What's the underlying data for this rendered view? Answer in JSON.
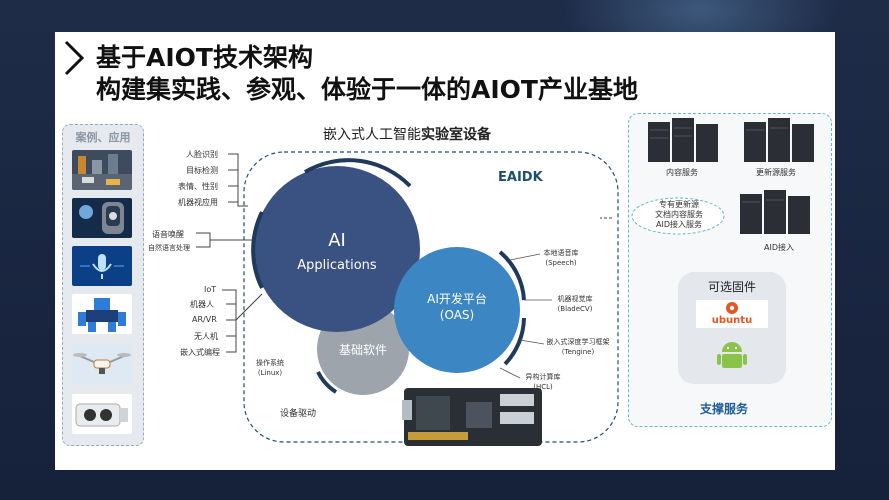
{
  "title": {
    "line1": "基于AIOT技术架构",
    "line2": "构建集实践、参观、体验于一体的AIOT产业基地"
  },
  "left_panel": {
    "title": "案例、应用",
    "thumbnails": [
      {
        "icon": "traffic-scene-icon"
      },
      {
        "icon": "face-scan-icon"
      },
      {
        "icon": "microphone-icon"
      },
      {
        "icon": "robot-icon"
      },
      {
        "icon": "drone-icon"
      },
      {
        "icon": "camera-icon"
      }
    ]
  },
  "center": {
    "subtitle_prefix": "嵌入式人工智能",
    "subtitle_bold": "实验室设备",
    "eaidk_label": "EAIDK",
    "app_labels": [
      "人脸识别",
      "目标检测",
      "表情、性别",
      "机器视应用",
      "语音唤醒",
      "自然语言处理",
      "IoT",
      "机器人",
      "AR/VR",
      "无人机",
      "嵌入式编程"
    ],
    "circle_ai": {
      "line1": "AI",
      "line2": "Applications"
    },
    "circle_oas": {
      "line1": "AI开发平台",
      "line2": "(OAS)"
    },
    "circle_base": {
      "line1": "基础软件"
    },
    "os_label": {
      "line1": "操作系统",
      "line2": "(Linux)"
    },
    "driver_label": "设备驱动",
    "libraries": [
      {
        "line1": "本地语音库",
        "line2": "(Speech)"
      },
      {
        "line1": "机器视觉库",
        "line2": "(BladeCV)"
      },
      {
        "line1": "嵌入式深度学习框架",
        "line2": "(Tengine)"
      },
      {
        "line1": "异构计算库",
        "line2": "(HCL)"
      }
    ]
  },
  "right_panel": {
    "servers": [
      {
        "label": "内容服务"
      },
      {
        "label": "更新源服务"
      },
      {
        "label": "AID接入"
      }
    ],
    "bubble_lines": [
      "专有更新源",
      "文档内容服务",
      "AID接入服务"
    ],
    "firmware_title": "可选固件",
    "ubuntu_label": "ubuntu",
    "support_label": "支撑服务"
  },
  "colors": {
    "title_arrow": "#111111",
    "circle_ai": "#3a5282",
    "circle_oas": "#3c86c4",
    "circle_base": "#9ea4ab",
    "dashed_border": "#1f4f6f",
    "support": "#1f5c9a",
    "android": "#8bc34a",
    "ubuntu": "#e95420"
  }
}
